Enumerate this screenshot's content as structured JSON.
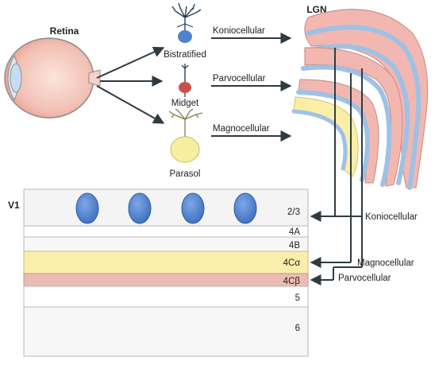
{
  "retina": {
    "label": "Retina"
  },
  "cells": {
    "bistratified": "Bistratified",
    "midget": "Midget",
    "parasol": "Parasol"
  },
  "pathways": {
    "top": "Koniocellular",
    "middle": "Parvocellular",
    "bottom": "Magnocellular"
  },
  "lgn": {
    "label": "LGN"
  },
  "v1": {
    "label": "V1",
    "layers": [
      "2/3",
      "4A",
      "4B",
      "4Cα",
      "4Cβ",
      "5",
      "6"
    ]
  },
  "projections": {
    "konio": "Koniocellular",
    "magno": "Magnocellular",
    "parvo": "Parvocellular"
  },
  "colors": {
    "layer_4c_alpha": "#faeeaa",
    "layer_4c_beta": "#ecbcb4",
    "blob": "#4f82cf",
    "lgn_pink": "#f2b7b0",
    "lgn_blue": "#9ec1e6",
    "lgn_yellow": "#fbeea6",
    "arrow": "#2f3b40"
  }
}
